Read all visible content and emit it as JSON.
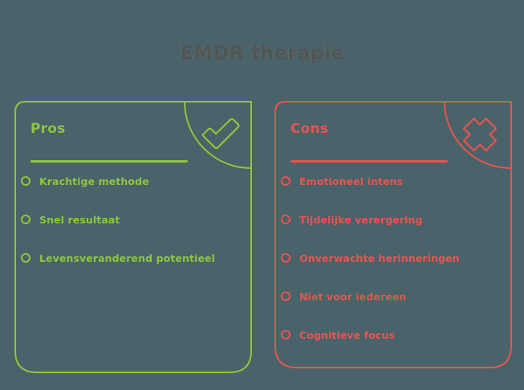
{
  "page": {
    "title": "EMDR therapie",
    "background_color": "#4a6269",
    "title_color": "#4e5658"
  },
  "pros": {
    "heading": "Pros",
    "accent_color": "#8cc63e",
    "corner_icon": "check-icon",
    "items": [
      {
        "label": "Krachtige methode"
      },
      {
        "label": "Snel resultaat"
      },
      {
        "label": "Levensveranderend potentieel"
      }
    ]
  },
  "cons": {
    "heading": "Cons",
    "accent_color": "#e8544f",
    "corner_icon": "cross-icon",
    "items": [
      {
        "label": "Emotioneel intens"
      },
      {
        "label": "Tijdelijke verergering"
      },
      {
        "label": "Onverwachte herinneringen"
      },
      {
        "label": "Niet voor iedereen"
      },
      {
        "label": "Cognitieve focus"
      }
    ]
  }
}
